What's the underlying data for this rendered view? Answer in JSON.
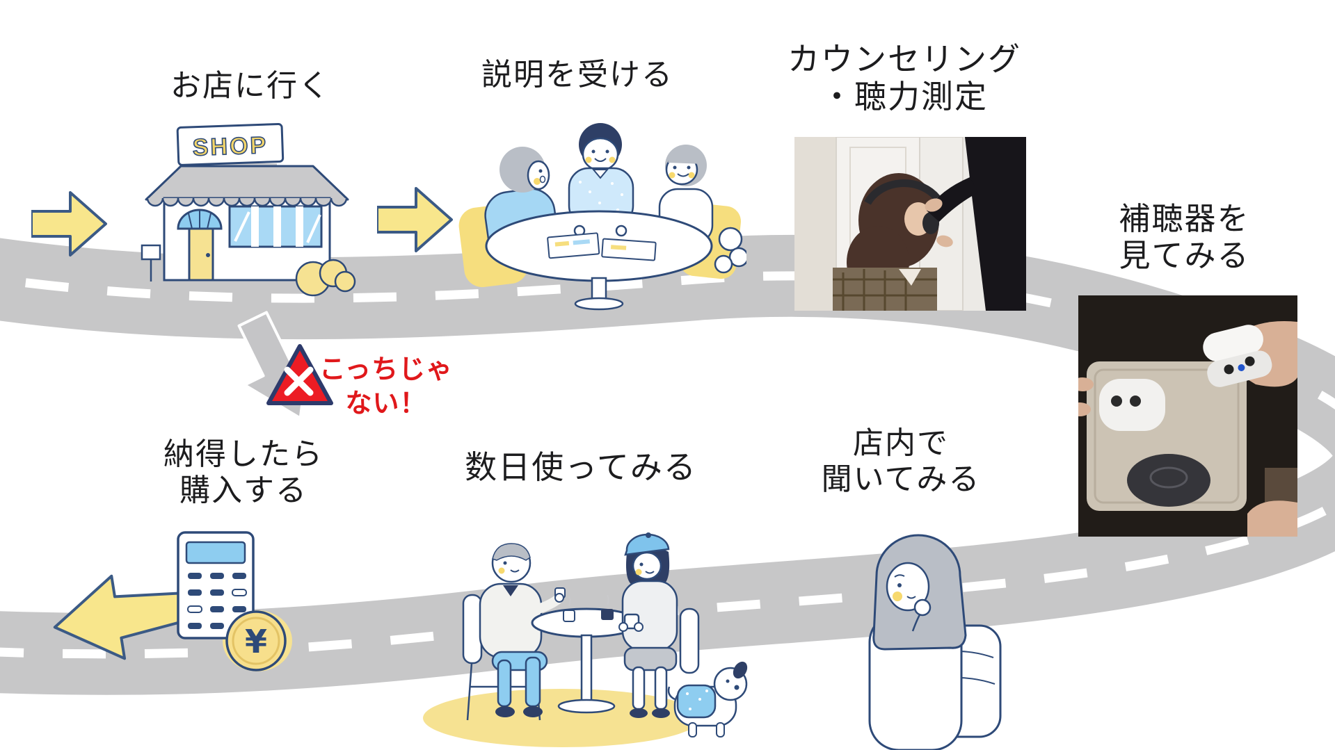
{
  "diagram_title": "hearing-aid-purchase-flow",
  "steps": {
    "go_to_shop": {
      "label": "お店に行く"
    },
    "receive_explanation": {
      "label": "説明を受ける"
    },
    "counseling": {
      "line1": "カウンセリング",
      "line2": "・聴力測定"
    },
    "look_at_hearing_aids": {
      "line1": "補聴器を",
      "line2": "見てみる"
    },
    "listen_in_store": {
      "line1": "店内で",
      "line2": "聞いてみる"
    },
    "try_for_days": {
      "label": "数日使ってみる"
    },
    "purchase": {
      "line1": "納得したら",
      "line2": "購入する"
    }
  },
  "warning": {
    "line1": "こっちじゃ",
    "line2": "ない！"
  },
  "illustrations": {
    "shop_sign_text": "SHOP",
    "yen_symbol": "¥"
  },
  "icons": [
    "arrow-right-icon",
    "arrow-left-icon",
    "wrong-way-arrow-icon",
    "warning-triangle-icon",
    "x-mark-icon"
  ],
  "colors": {
    "road_gray": "#c7c7c8",
    "road_dash_white": "#ffffff",
    "arrow_yellow": "#f8e68c",
    "outline_navy": "#2e4a78",
    "hair_navy": "#2e3f66",
    "warning_red": "#ec1c24",
    "warning_text_red": "#e0181b",
    "accent_yellow": "#f6e292",
    "accent_blue": "#8ecdf0",
    "light_blue": "#a9d9f5",
    "gray_hair": "#b9bec6",
    "text_black": "#1c1c1e"
  }
}
